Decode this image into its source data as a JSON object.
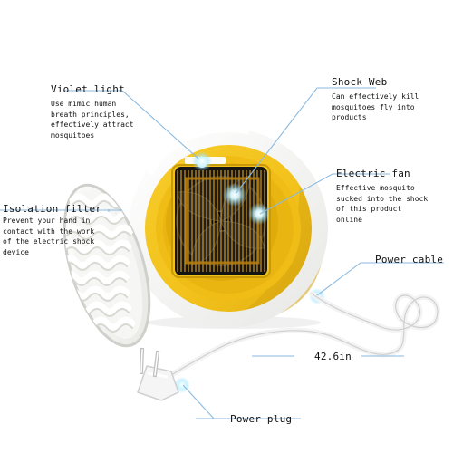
{
  "colors": {
    "housing_yellow": "#F3C21C",
    "housing_yellow_shadow": "#D8A90F",
    "housing_white_ring": "#F6F6F4",
    "leader_line_blue": "#8BBAE0",
    "glow_blue": "#9FE4FF",
    "filter_white": "#F4F4F1",
    "fan_black": "#111111",
    "cable_white": "#F2F2F2",
    "text_color": "#111111"
  },
  "annotations": {
    "violet_light": {
      "title": "Violet light",
      "description": "Use mimic human\nbreath principles,\neffectively attract\nmosquitoes"
    },
    "shock_web": {
      "title": "Shock Web",
      "description": "Can effectively kill\nmosquitoes fly into\nproducts"
    },
    "electric_fan": {
      "title": "Electric fan",
      "description": "Effective mosquito\nsucked into the shock\nof this product\nonline"
    },
    "isolation_filter": {
      "title": "Isolation filter",
      "description": "Prevent your hand in\ncontact with the work\nof the electric shock\ndevice"
    },
    "power_cable": {
      "title": "Power cable"
    },
    "cable_length": {
      "value": "42.6in"
    },
    "power_plug": {
      "title": "Power plug"
    }
  },
  "icons": {
    "product": "mosquito-killer-lamp-icon",
    "fan": "fan-icon",
    "plug": "plug-icon"
  }
}
